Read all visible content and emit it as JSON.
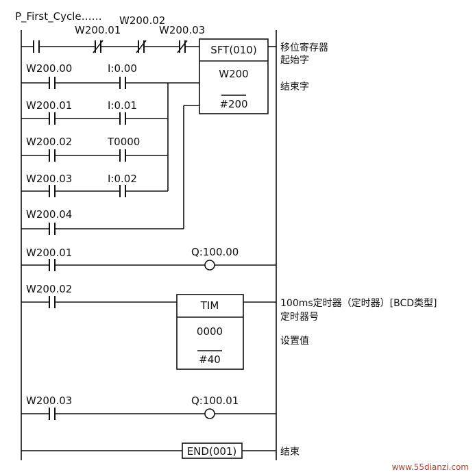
{
  "first_cycle_label": "P_First_Cycle……",
  "rung1": {
    "nc_labels": [
      "W200.01",
      "W200.02",
      "W200.03"
    ],
    "inputs": [
      {
        "a": "W200.00",
        "b": "I:0.00"
      },
      {
        "a": "W200.01",
        "b": "I:0.01"
      },
      {
        "a": "W200.02",
        "b": "T0000"
      },
      {
        "a": "W200.03",
        "b": "I:0.02"
      },
      {
        "a": "W200.04",
        "b": ""
      }
    ],
    "block_title": "SFT(010)",
    "block_start": "W200",
    "block_end": "#200",
    "note_start_1": "移位寄存器",
    "note_start_2": "起始字",
    "note_end": "结束字"
  },
  "rung2": {
    "contact": "W200.01",
    "coil": "Q:100.00"
  },
  "rung3": {
    "contact": "W200.02",
    "block_title": "TIM",
    "block_num": "0000",
    "block_set": "#40",
    "note_type": "100ms定时器（定时器）[BCD类型]",
    "note_num": "定时器号",
    "note_set": "设置值"
  },
  "rung4": {
    "contact": "W200.03",
    "coil": "Q:100.01"
  },
  "rung5": {
    "block": "END(001)",
    "note": "结束"
  },
  "watermark": "www.55dianzi.com"
}
